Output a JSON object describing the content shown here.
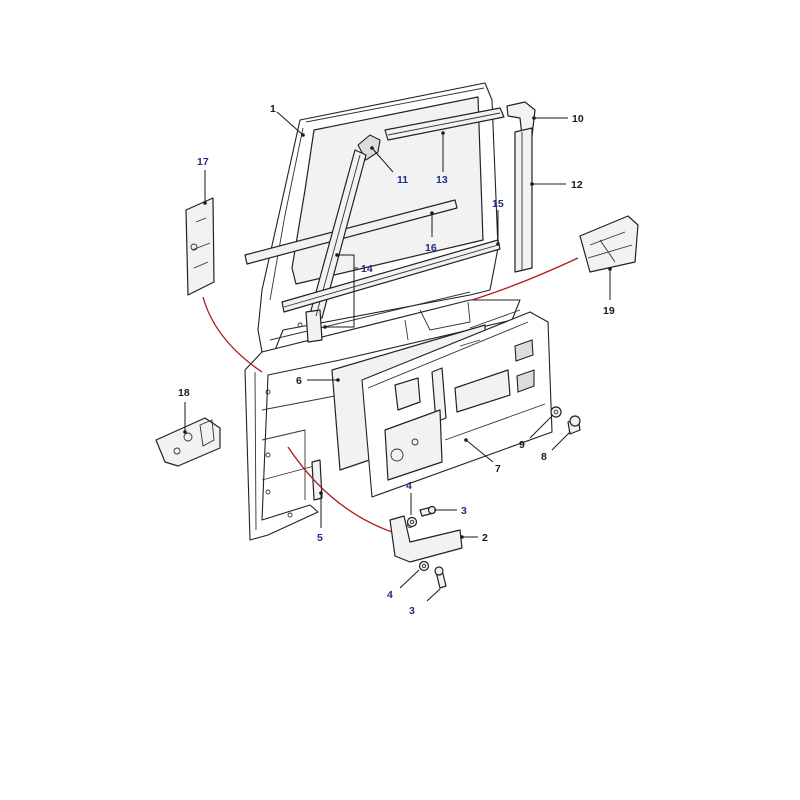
{
  "colors": {
    "callout_black": "#1a1a1a",
    "callout_blue": "#1f2f8a",
    "link_red": "#b01818"
  },
  "callouts": [
    {
      "id": "c1",
      "label": "1",
      "color": "black"
    },
    {
      "id": "c2",
      "label": "2",
      "color": "black"
    },
    {
      "id": "c3a",
      "label": "3",
      "color": "blue"
    },
    {
      "id": "c3b",
      "label": "3",
      "color": "blue"
    },
    {
      "id": "c4a",
      "label": "4",
      "color": "blue"
    },
    {
      "id": "c4b",
      "label": "4",
      "color": "blue"
    },
    {
      "id": "c5",
      "label": "5",
      "color": "blue"
    },
    {
      "id": "c6",
      "label": "6",
      "color": "black"
    },
    {
      "id": "c7",
      "label": "7",
      "color": "black"
    },
    {
      "id": "c8",
      "label": "8",
      "color": "black"
    },
    {
      "id": "c9",
      "label": "9",
      "color": "black"
    },
    {
      "id": "c10",
      "label": "10",
      "color": "black"
    },
    {
      "id": "c11",
      "label": "11",
      "color": "blue"
    },
    {
      "id": "c12",
      "label": "12",
      "color": "black"
    },
    {
      "id": "c13",
      "label": "13",
      "color": "blue"
    },
    {
      "id": "c14",
      "label": "14",
      "color": "blue"
    },
    {
      "id": "c15",
      "label": "15",
      "color": "blue"
    },
    {
      "id": "c16",
      "label": "16",
      "color": "blue"
    },
    {
      "id": "c17",
      "label": "17",
      "color": "blue"
    },
    {
      "id": "c18",
      "label": "18",
      "color": "black"
    },
    {
      "id": "c19",
      "label": "19",
      "color": "black"
    }
  ]
}
